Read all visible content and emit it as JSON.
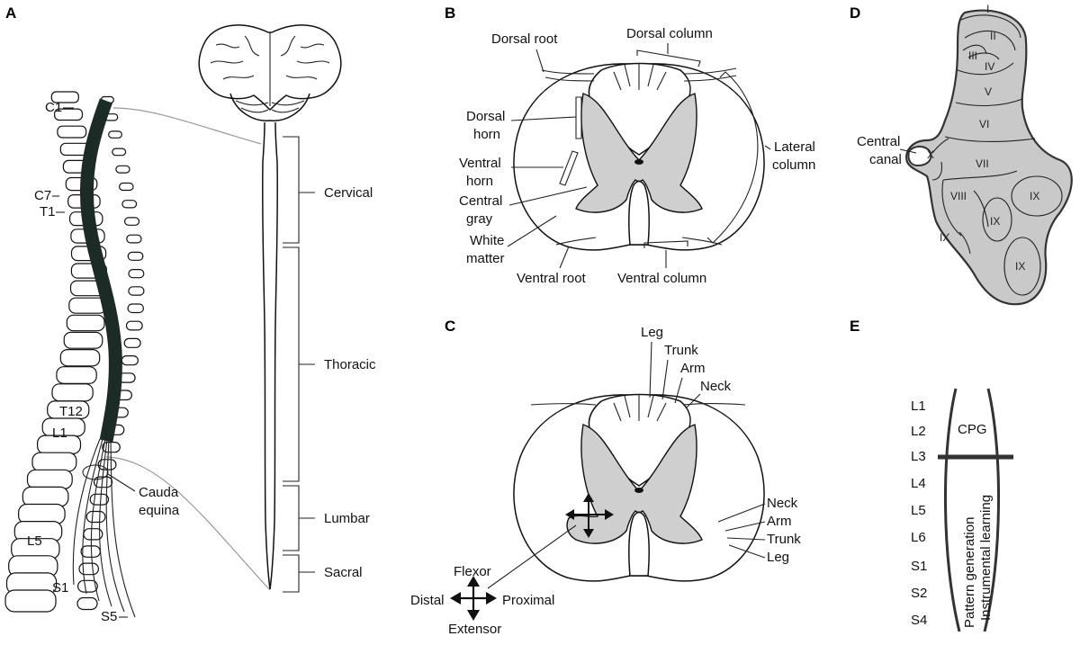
{
  "panels": {
    "a": "A",
    "b": "B",
    "c": "C",
    "d": "D",
    "e": "E"
  },
  "panel_a": {
    "vertebra_labels": [
      "C1",
      "C7",
      "T1",
      "T12",
      "L1",
      "L5",
      "S1",
      "S5"
    ],
    "cauda_line1": "Cauda",
    "cauda_line2": "equina",
    "regions": [
      "Cervical",
      "Thoracic",
      "Lumbar",
      "Sacral"
    ]
  },
  "panel_b": {
    "dorsal_root": "Dorsal root",
    "dorsal_column": "Dorsal column",
    "dorsal_horn_1": "Dorsal",
    "dorsal_horn_2": "horn",
    "ventral_horn_1": "Ventral",
    "ventral_horn_2": "horn",
    "central_gray_1": "Central",
    "central_gray_2": "gray",
    "white_matter_1": "White",
    "white_matter_2": "matter",
    "lateral_column_1": "Lateral",
    "lateral_column_2": "column",
    "ventral_root": "Ventral root",
    "ventral_column": "Ventral column"
  },
  "panel_c": {
    "top_labels": [
      "Leg",
      "Trunk",
      "Arm",
      "Neck"
    ],
    "side_labels": [
      "Neck",
      "Arm",
      "Trunk",
      "Leg"
    ],
    "flexor": "Flexor",
    "extensor": "Extensor",
    "distal": "Distal",
    "proximal": "Proximal"
  },
  "panel_d": {
    "canal_1": "Central",
    "canal_2": "canal",
    "laminae": [
      "I",
      "II",
      "III",
      "IV",
      "V",
      "VI",
      "VII",
      "VIII",
      "IX",
      "IX",
      "IX",
      "IX",
      "X"
    ]
  },
  "panel_e": {
    "segments": [
      "L1",
      "L2",
      "L3",
      "L4",
      "L5",
      "L6",
      "S1",
      "S2",
      "S4"
    ],
    "cpg": "CPG",
    "pattern_generation": "Pattern generation",
    "instrumental_learning": "Instrumental learning"
  }
}
